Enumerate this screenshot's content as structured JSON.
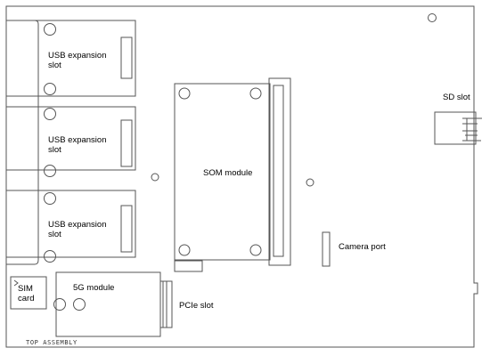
{
  "diagram": {
    "line_color": "#555555",
    "background": "#ffffff",
    "labels": {
      "usb_slot_1": [
        "USB expansion",
        "slot"
      ],
      "usb_slot_2": [
        "USB expansion",
        "slot"
      ],
      "usb_slot_3": [
        "USB expansion",
        "slot"
      ],
      "som_module": "SOM module",
      "sd_slot": "SD slot",
      "camera_port": "Camera port",
      "sim_card": [
        "SIM",
        "card"
      ],
      "fiveg_module": "5G module",
      "pcie_slot": "PCIe slot",
      "assembly_caption": "TOP ASSEMBLY"
    }
  }
}
